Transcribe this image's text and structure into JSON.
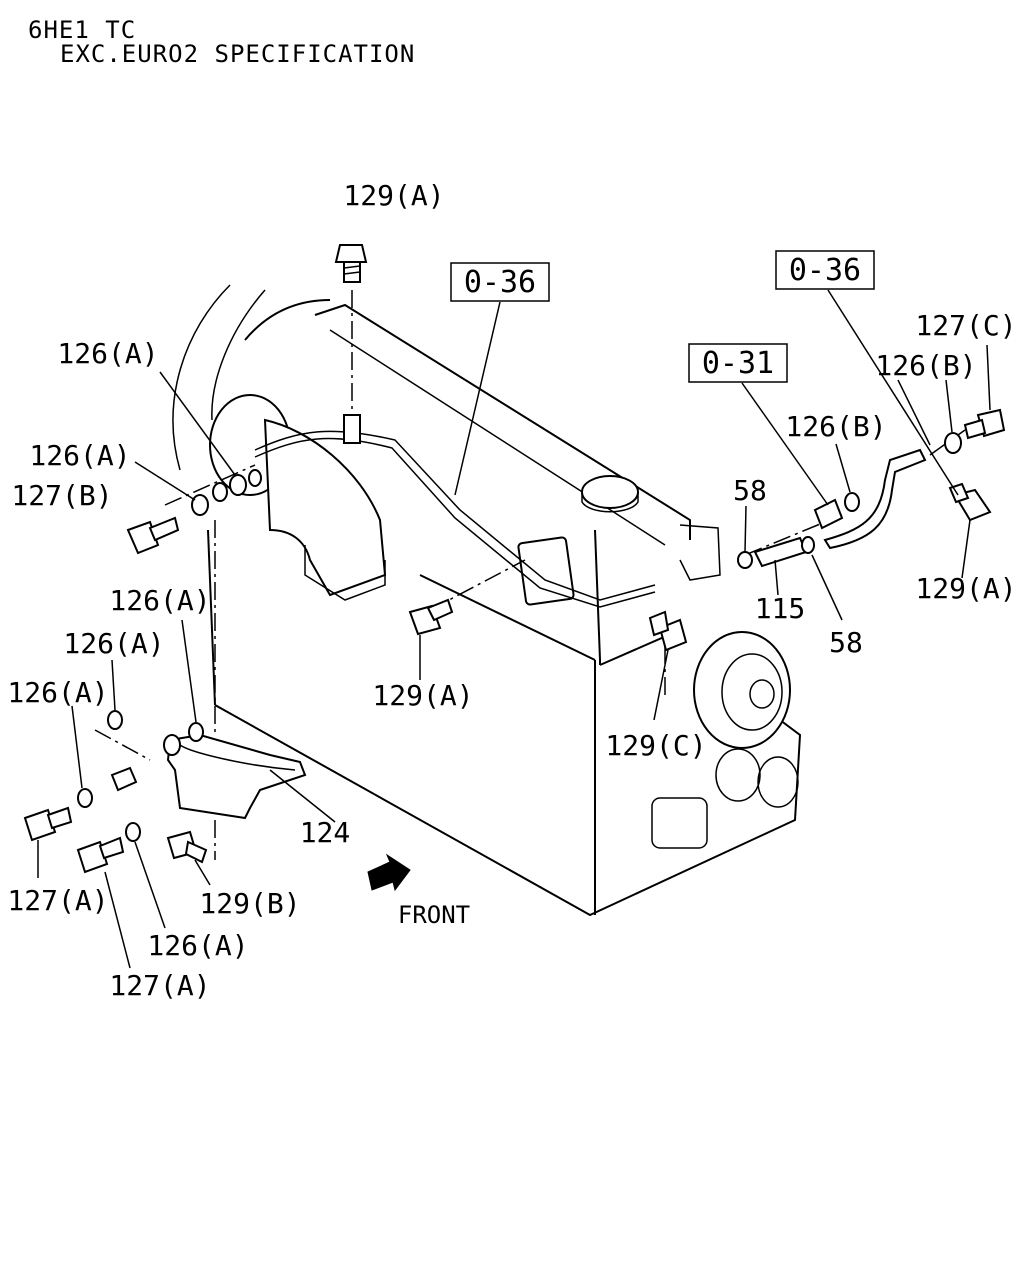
{
  "header": {
    "model": "6HE1 TC",
    "spec": "EXC.EURO2 SPECIFICATION"
  },
  "refs": {
    "top_center": "0-36",
    "top_right": "0-36",
    "right": "0-31"
  },
  "callouts": {
    "top_bolt": "129(A)",
    "washer_upper": "126(A)",
    "washer_mid": "126(A)",
    "bolt_left": "127(B)",
    "washer_b_right": "126(B)",
    "washer_b_upper": "126(B)",
    "bolt_c_right": "127(C)",
    "bolt_right": "129(A)",
    "clamp_upper": "58",
    "clamp_lower": "58",
    "hose": "115",
    "bolt_center": "129(A)",
    "bolt_c_lower": "129(C)",
    "washer_l1": "126(A)",
    "washer_l2": "126(A)",
    "washer_l3": "126(A)",
    "pipe": "124",
    "bolt_a_left": "127(A)",
    "bolt_b_lower": "129(B)",
    "washer_bottom": "126(A)",
    "bolt_a_bottom": "127(A)"
  },
  "front_label": "FRONT"
}
